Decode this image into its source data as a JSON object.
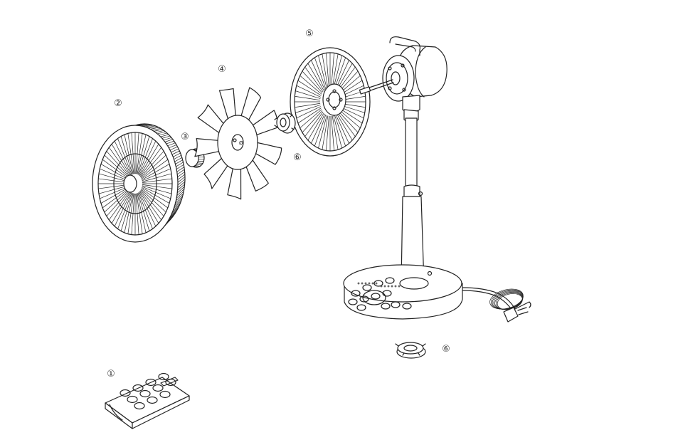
{
  "labels": {
    "remote": "①",
    "filter": "②",
    "cap": "③",
    "blade": "④",
    "rear_guard": "⑤",
    "nut_upper": "⑥",
    "nut_lower": "⑥"
  },
  "colors": {
    "line": "#222222",
    "label": "#333333",
    "background": "#ffffff"
  }
}
